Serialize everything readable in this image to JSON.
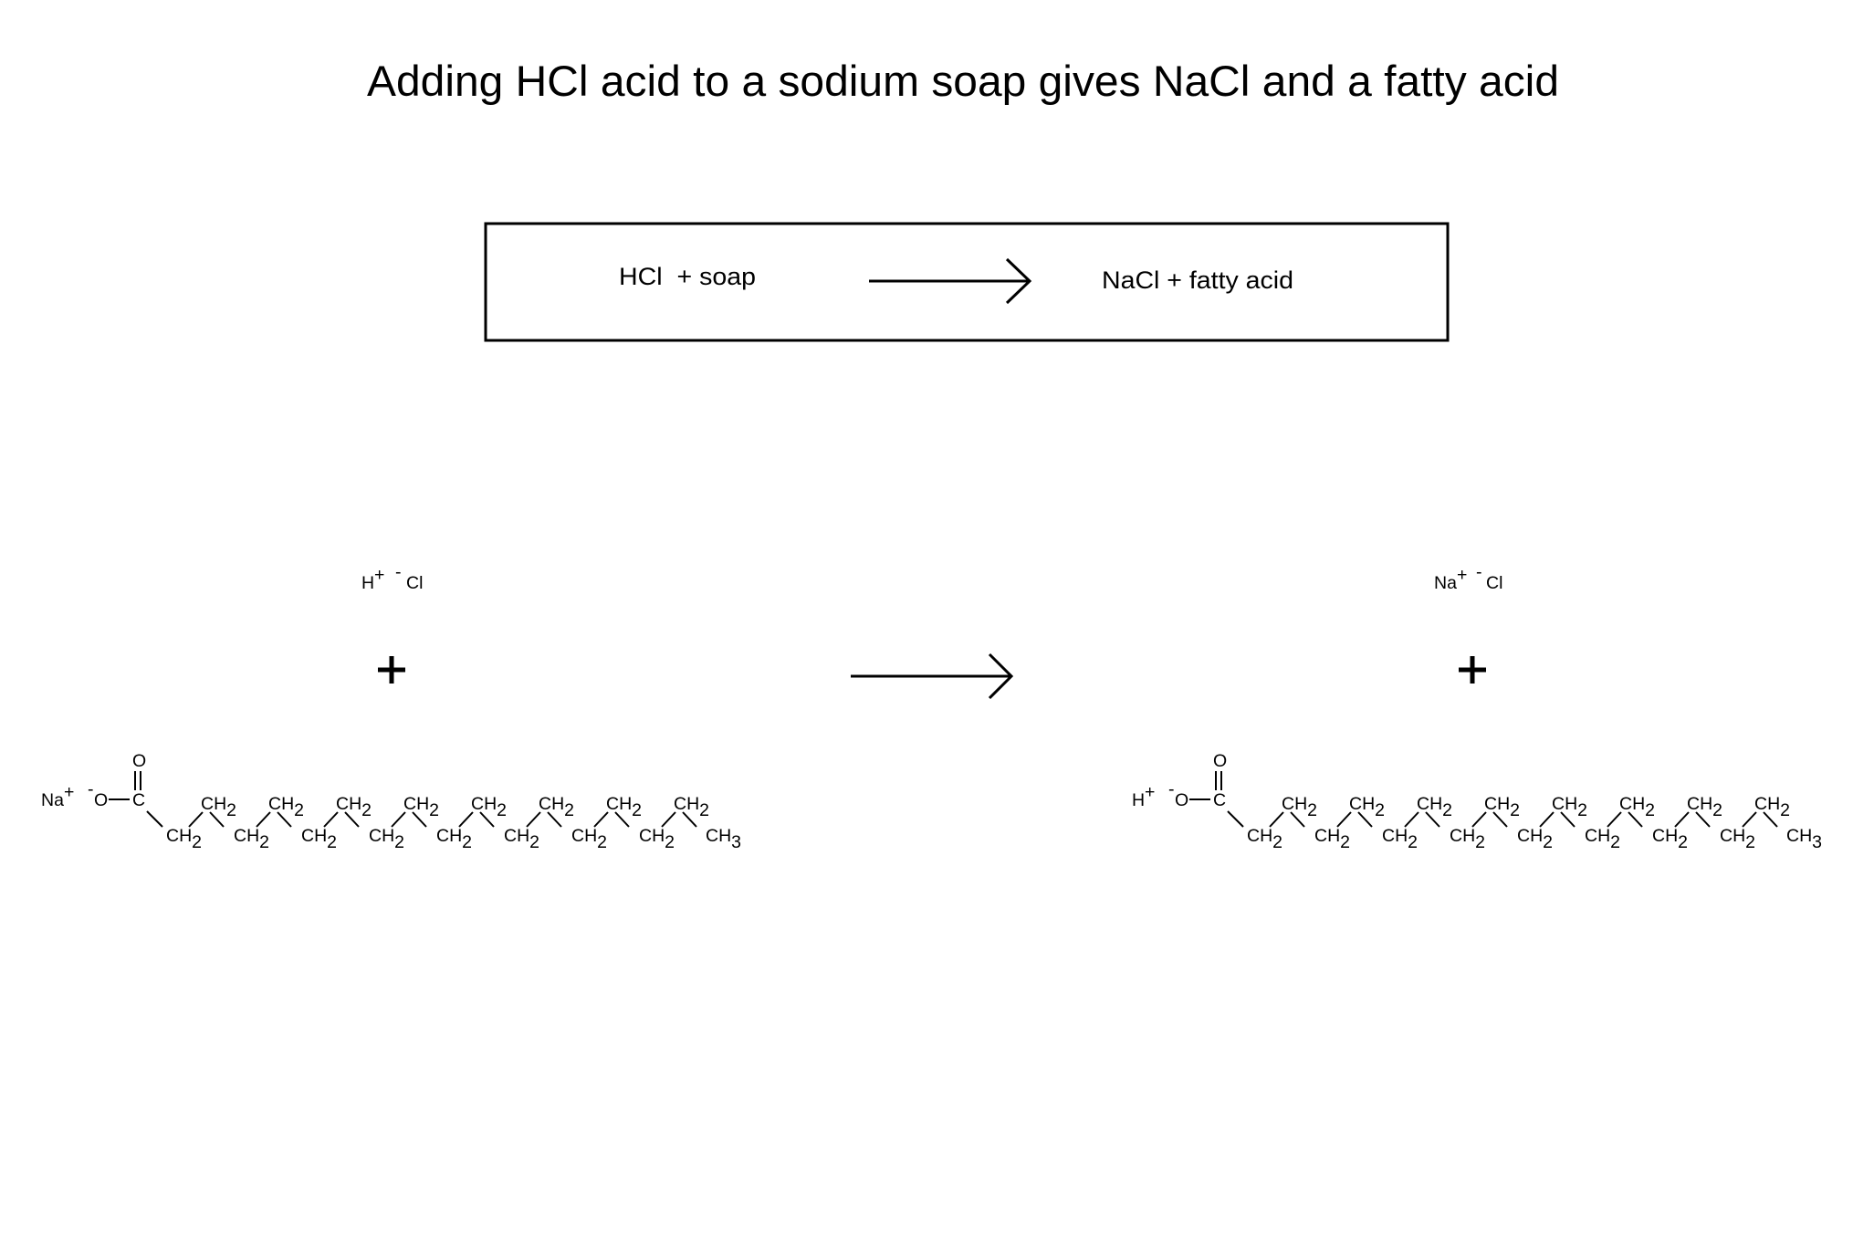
{
  "title": "Adding HCl acid to a sodium soap gives NaCl and a fatty acid",
  "summary_box": {
    "reactants": "HCl  + soap",
    "products": "NaCl + fatty acid",
    "arrow": "reaction-arrow"
  },
  "reactants": {
    "acid": {
      "cation": "H",
      "cation_charge": "+",
      "anion_charge": "-",
      "anion": "Cl"
    },
    "plus": "+",
    "soap": {
      "counter_ion": "Na",
      "counter_ion_charge": "+",
      "oxygen_charge": "-",
      "oxygen": "O",
      "carbonyl_oxygen": "O",
      "carbon": "C",
      "chain_unit": "CH",
      "chain_sub": "2",
      "terminal": "CH",
      "terminal_sub": "3"
    }
  },
  "products": {
    "salt": {
      "cation": "Na",
      "cation_charge": "+",
      "anion_charge": "-",
      "anion": "Cl"
    },
    "plus": "+",
    "fatty_acid": {
      "counter_ion": "H",
      "counter_ion_charge": "+",
      "oxygen_charge": "-",
      "oxygen": "O",
      "carbonyl_oxygen": "O",
      "carbon": "C",
      "chain_unit": "CH",
      "chain_sub": "2",
      "terminal": "CH",
      "terminal_sub": "3"
    }
  },
  "chain": {
    "upper_ch2_count": 8,
    "lower_ch2_count": 8
  }
}
